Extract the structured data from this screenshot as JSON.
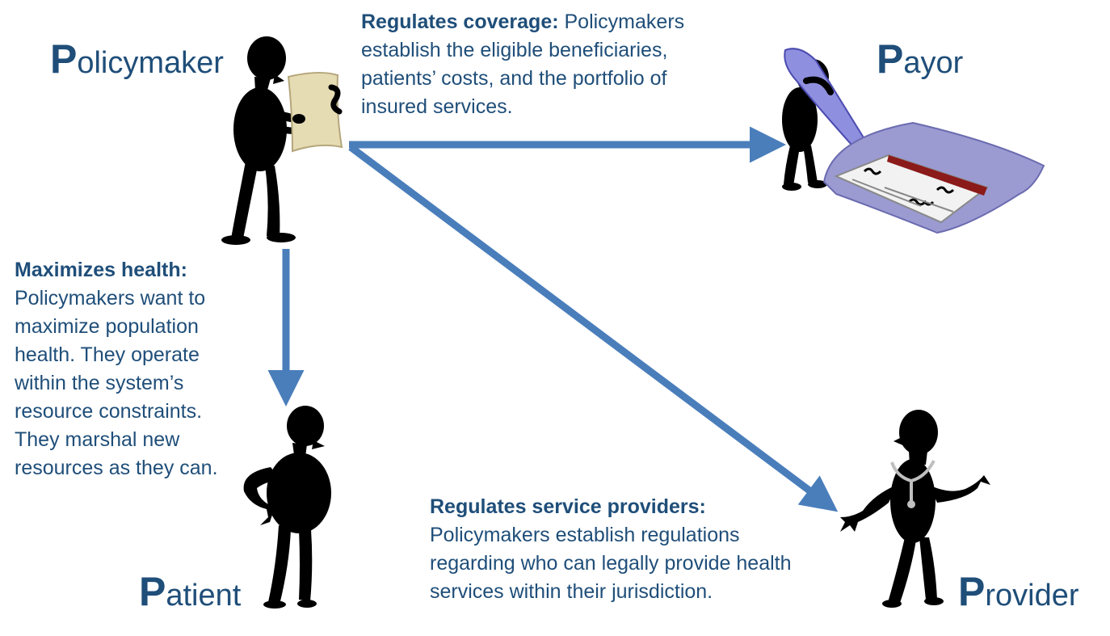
{
  "roles": {
    "policymaker": {
      "initial": "P",
      "rest": "olicymaker"
    },
    "payor": {
      "initial": "P",
      "rest": "ayor"
    },
    "patient": {
      "initial": "P",
      "rest": "atient"
    },
    "provider": {
      "initial": "P",
      "rest": "rovider"
    }
  },
  "annotations": {
    "coverage": {
      "heading": "Regulates coverage:",
      "lines": [
        " Policymakers",
        "establish the eligible beneficiaries,",
        "patients’ costs, and the portfolio of",
        "insured services."
      ]
    },
    "health": {
      "heading": "Maximizes health:",
      "lines": [
        "Policymakers want to",
        "maximize population",
        "health. They operate",
        "within the system’s",
        "resource constraints.",
        "They marshal new",
        "resources as they can."
      ]
    },
    "providers": {
      "heading": "Regulates service providers:",
      "lines": [
        "Policymakers establish regulations",
        "regarding who can legally provide health",
        "services within their jurisdiction."
      ]
    }
  },
  "figures": [
    "policymaker-figure",
    "payor-figure",
    "patient-figure",
    "provider-figure"
  ],
  "colors": {
    "text": "#1f4e79",
    "arrow": "#4a7ebb",
    "figure": "#000000",
    "scroll": "#e6dcb4",
    "pen": "#8f8fe0",
    "book": "#9b9bd2",
    "book_stripe": "#8b1a1a",
    "stethoscope": "#bfbfbf"
  }
}
